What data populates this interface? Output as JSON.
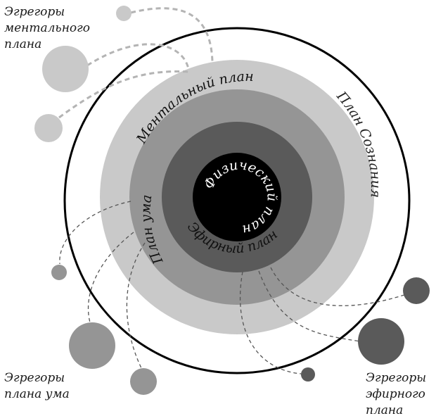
{
  "diagram": {
    "rings": {
      "outer": "План Сознания",
      "mental": "Ментальный план",
      "mind": "План ума",
      "etheric": "Эфирный план",
      "core": "Физический план"
    },
    "annotations": {
      "mental_egregors": [
        "Эгрегоры",
        "ментального",
        "плана"
      ],
      "mind_egregors": [
        "Эгрегоры",
        "плана ума"
      ],
      "etheric_egregors": [
        "Эгрегоры",
        "эфирного",
        "плана"
      ]
    },
    "colors": {
      "mental_ring": "#c9c9c9",
      "mind_ring": "#959595",
      "etheric_ring": "#5a5a5a",
      "core": "#000000",
      "outline": "#000000"
    }
  }
}
